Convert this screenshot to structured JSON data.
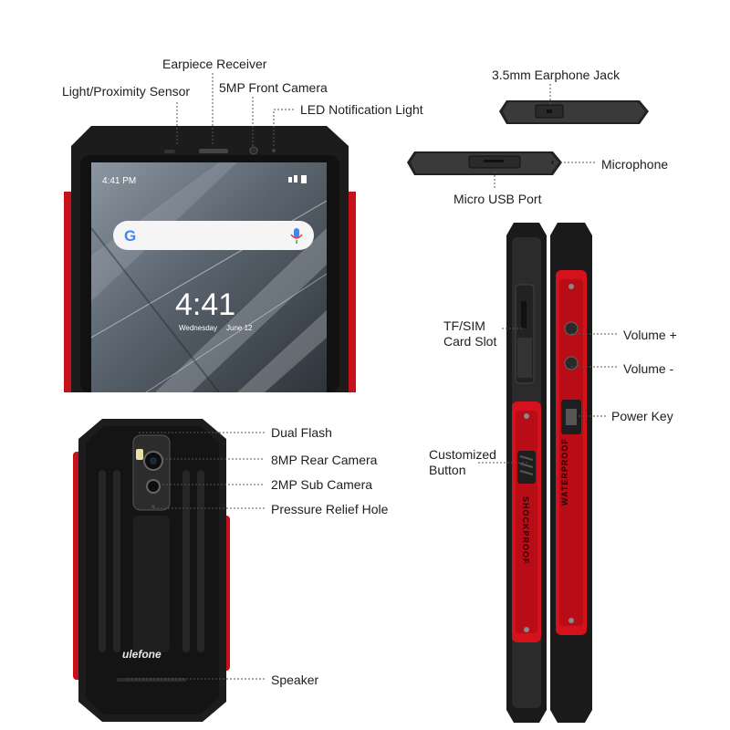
{
  "labels": {
    "earpiece": "Earpiece Receiver",
    "light_sensor": "Light/Proximity Sensor",
    "front_camera": "5MP Front Camera",
    "led": "LED Notification Light",
    "earphone_jack": "3.5mm Earphone Jack",
    "microphone": "Microphone",
    "usb_port": "Micro USB Port",
    "tf_sim_line1": "TF/SIM",
    "tf_sim_line2": "Card Slot",
    "volume_up": "Volume +",
    "volume_down": "Volume -",
    "power_key": "Power Key",
    "custom_button_line1": "Customized",
    "custom_button_line2": "Button",
    "dual_flash": "Dual Flash",
    "rear_camera": "8MP Rear Camera",
    "sub_camera": "2MP Sub Camera",
    "relief_hole": "Pressure Relief Hole",
    "speaker": "Speaker"
  },
  "screen": {
    "status_time": "4:41 PM",
    "clock": "4:41",
    "date_day": "Wednesday",
    "date": "June 12"
  },
  "device": {
    "brand_logo": "ulefone",
    "side_text_left": "SHOCKPROOF",
    "side_text_right": "WATERPROOF"
  },
  "colors": {
    "accent_red": "#d4111c",
    "body_black": "#1c1c1c"
  }
}
